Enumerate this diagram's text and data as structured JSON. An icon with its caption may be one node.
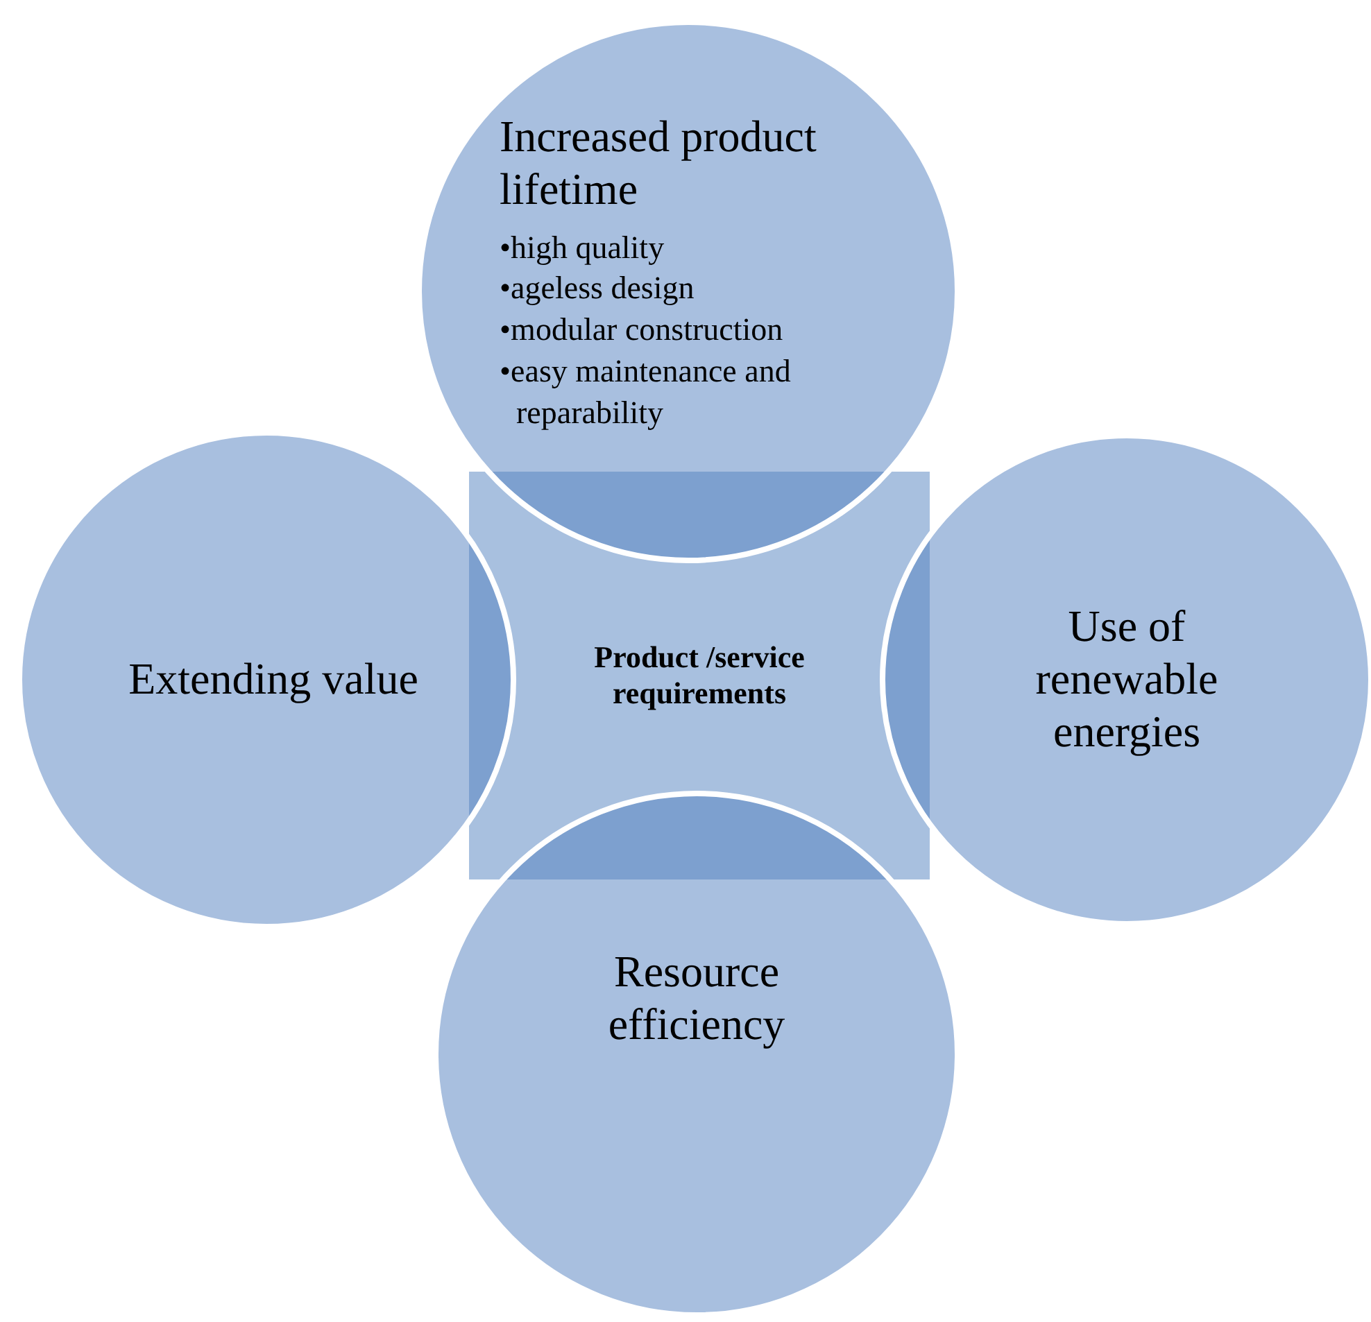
{
  "diagram": {
    "nodes": [
      {
        "text": [
          "Product /service requirements"
        ]
      },
      {
        "text": [
          "Increased product lifetime",
          "•high quality",
          "•ageless design",
          "•modular construction",
          "•easy maintenance and reparability"
        ]
      },
      {
        "text": [
          "Extending value"
        ]
      },
      {
        "text": [
          "Use of renewable energies"
        ]
      },
      {
        "text": [
          "Resource efficiency"
        ]
      }
    ]
  }
}
